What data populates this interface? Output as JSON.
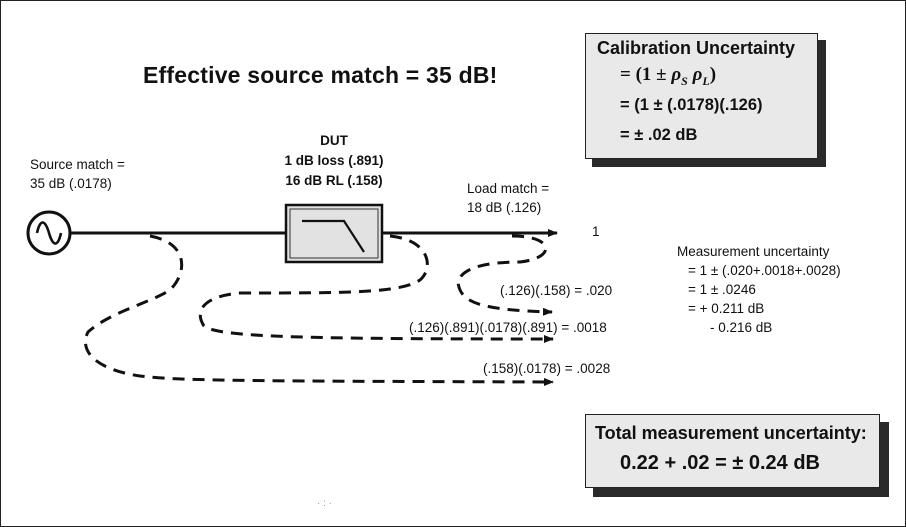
{
  "title": "Effective source match = 35 dB!",
  "source": {
    "line1": "Source match =",
    "line2": "35 dB (.0178)"
  },
  "dut": {
    "label": "DUT",
    "loss": "1 dB loss (.891)",
    "rl": "16 dB RL (.158)"
  },
  "load": {
    "line1": "Load match =",
    "line2": "18 dB (.126)"
  },
  "main_path_value": "1",
  "paths": [
    "(.126)(.158) = .020",
    "(.126)(.891)(.0178)(.891) = .0018",
    "(.158)(.0178) = .0028"
  ],
  "measurement": {
    "title": "Measurement uncertainty",
    "line1": "= 1 ± (.020+.0018+.0028)",
    "line2": "= 1 ± .0246",
    "line3": "= + 0.211 dB",
    "line4": "- 0.216 dB"
  },
  "calibration": {
    "title": "Calibration Uncertainty",
    "line1_prefix": "= (1 ± ",
    "line1_rho_s": "ρ",
    "line1_sub_s": "S",
    "line1_rho_l": "ρ",
    "line1_sub_l": "L",
    "line1_suffix": ")",
    "line2": "=  (1 ± (.0178)(.126)",
    "line3": "=  ± .02 dB"
  },
  "total": {
    "title": "Total measurement uncertainty:",
    "value": "0.22 + .02 = ± 0.24 dB"
  },
  "artifact_dots": "· : ·"
}
